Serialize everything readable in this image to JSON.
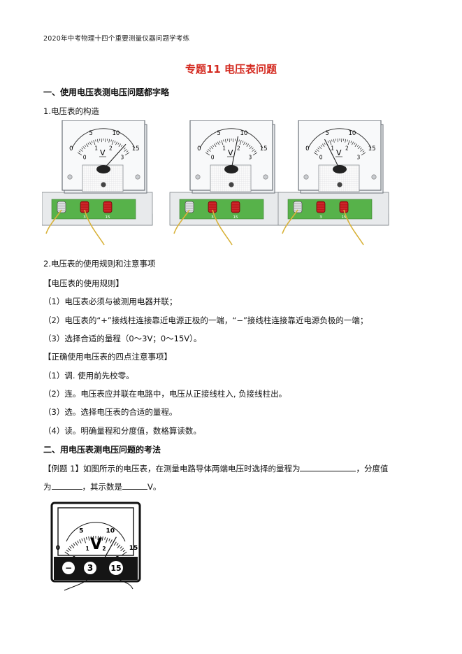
{
  "header": {
    "text": "2020年中考物理十四个重要测量仪器问题学考练"
  },
  "title": "专题11 电压表问题",
  "section1": {
    "heading": "一、使用电压表测电压问题都字略"
  },
  "structure": {
    "heading": "1.电压表的构造"
  },
  "meter": {
    "scale_top": [
      "0",
      "5",
      "10",
      "15"
    ],
    "scale_bottom": [
      "0",
      "1",
      "2",
      "3"
    ],
    "unit": "V",
    "terminal_labels": [
      "3",
      "15"
    ],
    "needle_values": [
      13,
      9,
      4
    ]
  },
  "usage": {
    "heading": "2.电压表的使用规则和注意事项",
    "rules_title": "【电压表的使用规则】",
    "rule1": "（1）电压表必须与被测用电器并联；",
    "rule2": "（2）电压表的“+”接线柱连接靠近电源正极的一端，“−”接线柱连接靠近电源负极的一端；",
    "rule3": "（3）选择合适的量程（0～3V；0～15V）。",
    "notes_title": "【正确使用电压表的四点注意事项】",
    "note1": "（1）调. 使用前先校零。",
    "note2": "（2）连。电压表应并联在电路中，电压从正接线柱入, 负接线柱出。",
    "note3": "（3）选。选择电压表的合适的量程。",
    "note4": "（4）读。明确量程和分度值，数格算读数。"
  },
  "section2": {
    "heading": "二、用电压表测电压问题的考法"
  },
  "example1": {
    "line1_a": "【例题 1】如图所示的电压表，在测量电路导体两端电压时选择的量程为",
    "line1_b": "，分度值",
    "line2_a": "为",
    "line2_b": "，其示数是",
    "line2_c": "V。"
  },
  "example_meter": {
    "scale_top": [
      "0",
      "5",
      "10",
      "15"
    ],
    "scale_bottom": [
      "0",
      "1",
      "2",
      "3"
    ],
    "unit": "V",
    "terminals": [
      "−",
      "3",
      "15"
    ],
    "needle_value": 11.5
  },
  "colors": {
    "title": "#d42a20",
    "panel_green": "#57b24a",
    "terminal_red": "#c0181c",
    "wire_yellow": "#d8b23a"
  }
}
